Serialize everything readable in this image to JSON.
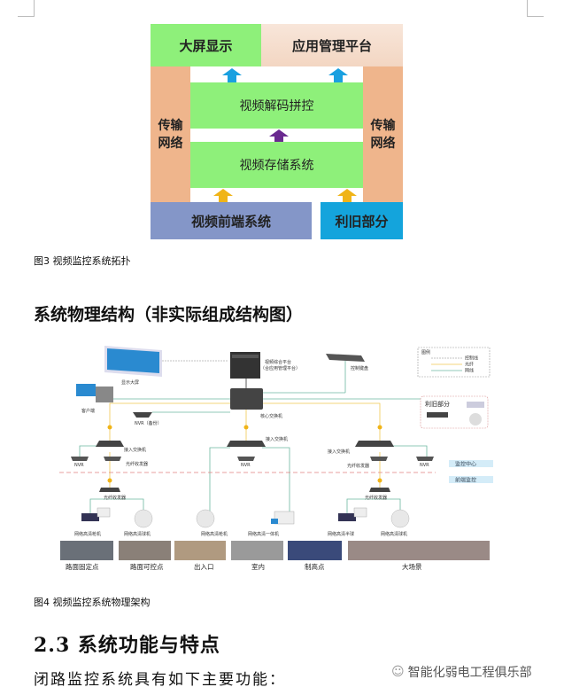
{
  "topology": {
    "big_screen": "大屏显示",
    "app_platform": "应用管理平台",
    "transport_left": "传输网络",
    "transport_right": "传输网络",
    "decode": "视频解码拼控",
    "storage": "视频存储系统",
    "frontend": "视频前端系统",
    "legacy": "利旧部分",
    "colors": {
      "green": "#8ef07a",
      "peach": "#f6dcc8",
      "orange": "#efb58c",
      "slate": "#8496c8",
      "blue": "#14a4dc",
      "arrow_blue": "#1aa0e0",
      "arrow_purple": "#6a2a90",
      "arrow_yellow": "#f0b418"
    }
  },
  "caption3": "图3 视频监控系统拓扑",
  "heading_physical": "系统物理结构（非实际组成结构图）",
  "physical": {
    "display_wall": "显示大屏",
    "platform_line1": "视频综合平台",
    "platform_line2": "（合应用管理平台）",
    "keyboard": "控制键盘",
    "client": "客户端",
    "core_switch": "核心交换机",
    "nvr_backup": "NVR（备份）",
    "legend": {
      "title": "图例",
      "control": "控制线",
      "fiber": "光纤",
      "network": "网线"
    },
    "legacy": "利旧部分",
    "access_switch": "接入交换机",
    "nvr": "NVR",
    "fiber_transceiver": "光纤收发器",
    "zone_center": "监控中心",
    "zone_front": "前端监控",
    "cameras": [
      "网络高清枪机",
      "网络高清球机",
      "网络高清枪机",
      "网络高清一体机",
      "网络高清半球",
      "网络高清球机"
    ],
    "scenes": [
      "路面固定点",
      "路面可控点",
      "出入口",
      "室内",
      "制高点",
      "大场景"
    ]
  },
  "caption4": "图4 视频监控系统物理架构",
  "heading_23": "2.3 系统功能与特点",
  "body_text": "闭路监控系统具有如下主要功能：",
  "watermark": "智能化弱电工程俱乐部"
}
